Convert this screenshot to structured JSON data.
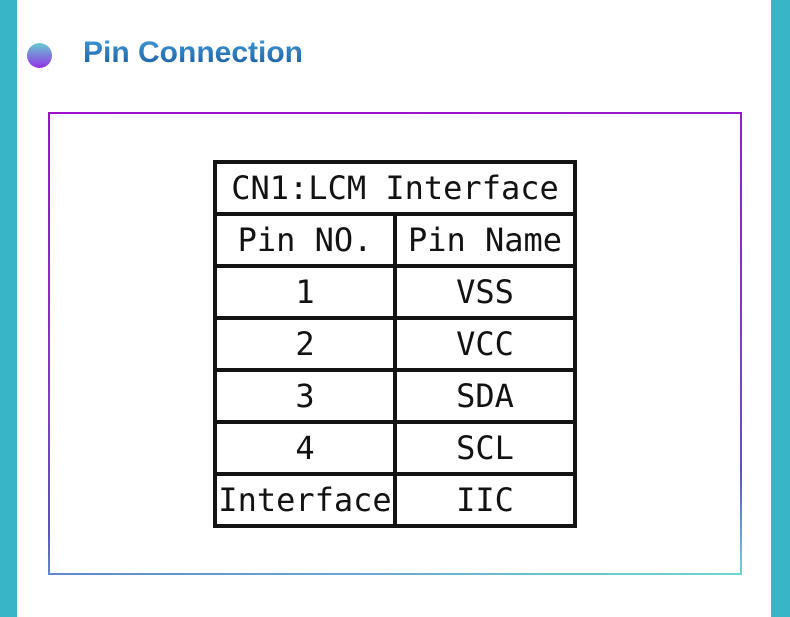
{
  "section": {
    "bullet_icon": "gradient-circle",
    "title": "Pin Connection"
  },
  "panel": {
    "table": {
      "title": "CN1:LCM Interface",
      "columns": [
        "Pin NO.",
        "Pin Name"
      ],
      "rows": [
        [
          "1",
          "VSS"
        ],
        [
          "2",
          "VCC"
        ],
        [
          "3",
          "SDA"
        ],
        [
          "4",
          "SCL"
        ],
        [
          "Interface",
          "IIC"
        ]
      ]
    }
  },
  "colors": {
    "side_strip": "#38b6c7",
    "title_gradient_top": "#449bd6",
    "title_gradient_bottom": "#1b559b",
    "bullet_gradient_top": "#66cbd0",
    "bullet_gradient_bottom": "#9232e2",
    "panel_border_top": "#9a12c9",
    "panel_border_bottom": "#6fd6d2",
    "table_line": "#131313",
    "table_text": "#121212"
  }
}
